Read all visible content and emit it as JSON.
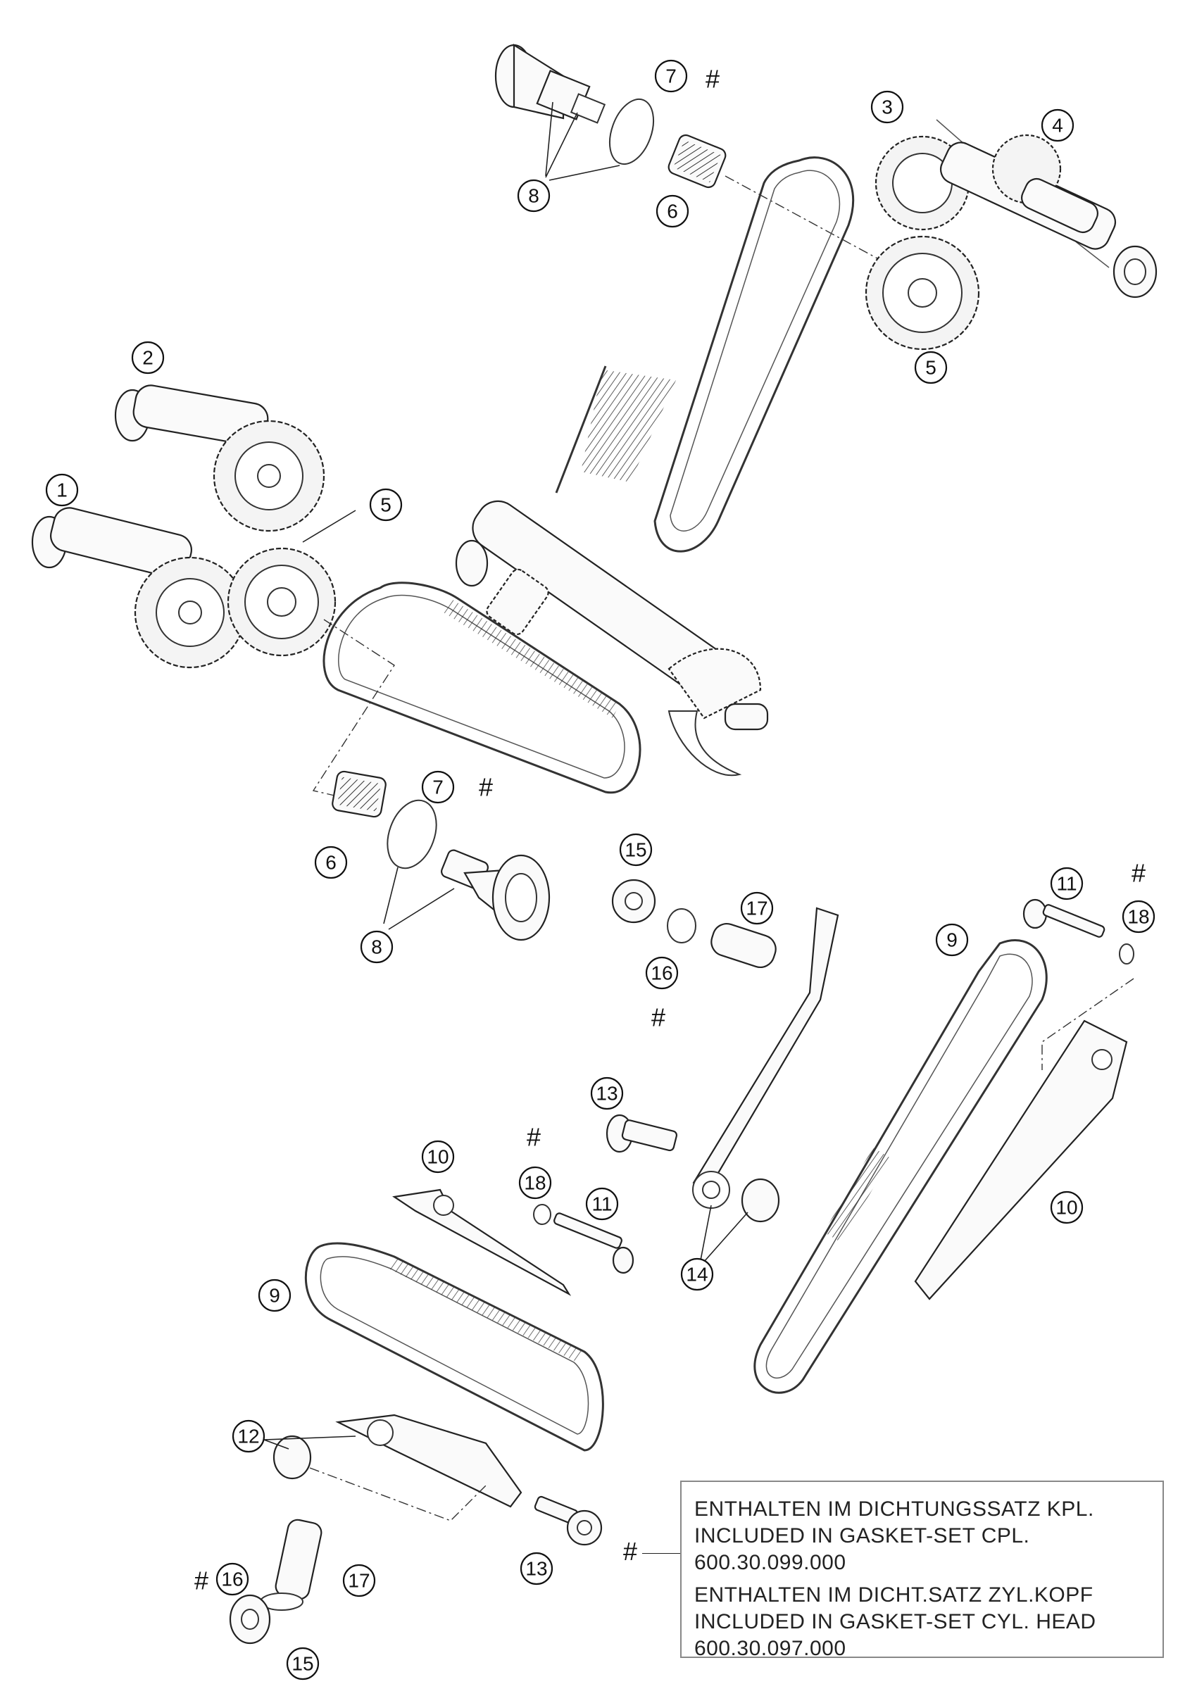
{
  "diagram": {
    "callouts": {
      "c1": "1",
      "c2": "2",
      "c3": "3",
      "c4": "4",
      "c5a": "5",
      "c5b": "5",
      "c6a": "6",
      "c6b": "6",
      "c7a": "7",
      "c7b": "7",
      "c8a": "8",
      "c8b": "8",
      "c9a": "9",
      "c9b": "9",
      "c10a": "10",
      "c10b": "10",
      "c11a": "11",
      "c11b": "11",
      "c12": "12",
      "c13a": "13",
      "c13b": "13",
      "c14": "14",
      "c15a": "15",
      "c15b": "15",
      "c16a": "16",
      "c16b": "16",
      "c17a": "17",
      "c17b": "17",
      "c18a": "18",
      "c18b": "18"
    },
    "hash_symbol": "#"
  },
  "legend": {
    "hash": "#",
    "line1": "ENTHALTEN IM DICHTUNGSSATZ KPL.",
    "line2": "INCLUDED IN GASKET-SET CPL.",
    "line3": "600.30.099.000",
    "line4": "ENTHALTEN IM DICHT.SATZ ZYL.KOPF",
    "line5": "INCLUDED IN GASKET-SET CYL. HEAD",
    "line6": "600.30.097.000"
  }
}
